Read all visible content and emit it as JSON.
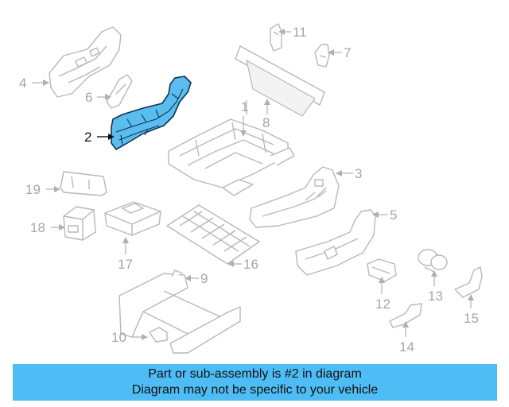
{
  "callouts": [
    {
      "id": "1",
      "label": "1"
    },
    {
      "id": "2",
      "label": "2"
    },
    {
      "id": "3",
      "label": "3"
    },
    {
      "id": "4",
      "label": "4"
    },
    {
      "id": "5",
      "label": "5"
    },
    {
      "id": "6",
      "label": "6"
    },
    {
      "id": "7",
      "label": "7"
    },
    {
      "id": "8",
      "label": "8"
    },
    {
      "id": "9",
      "label": "9"
    },
    {
      "id": "10",
      "label": "10"
    },
    {
      "id": "11",
      "label": "11"
    },
    {
      "id": "12",
      "label": "12"
    },
    {
      "id": "13",
      "label": "13"
    },
    {
      "id": "14",
      "label": "14"
    },
    {
      "id": "15",
      "label": "15"
    },
    {
      "id": "16",
      "label": "16"
    },
    {
      "id": "17",
      "label": "17"
    },
    {
      "id": "18",
      "label": "18"
    },
    {
      "id": "19",
      "label": "19"
    }
  ],
  "highlighted_part": "2",
  "banner": {
    "line1": "Part or sub-assembly is #2 in diagram",
    "line2": "Diagram may not be specific to your vehicle"
  },
  "colors": {
    "highlight_fill": "#5bbcf0",
    "banner_bg": "#4fbdf5",
    "ghost_line": "#b8b8b8"
  }
}
